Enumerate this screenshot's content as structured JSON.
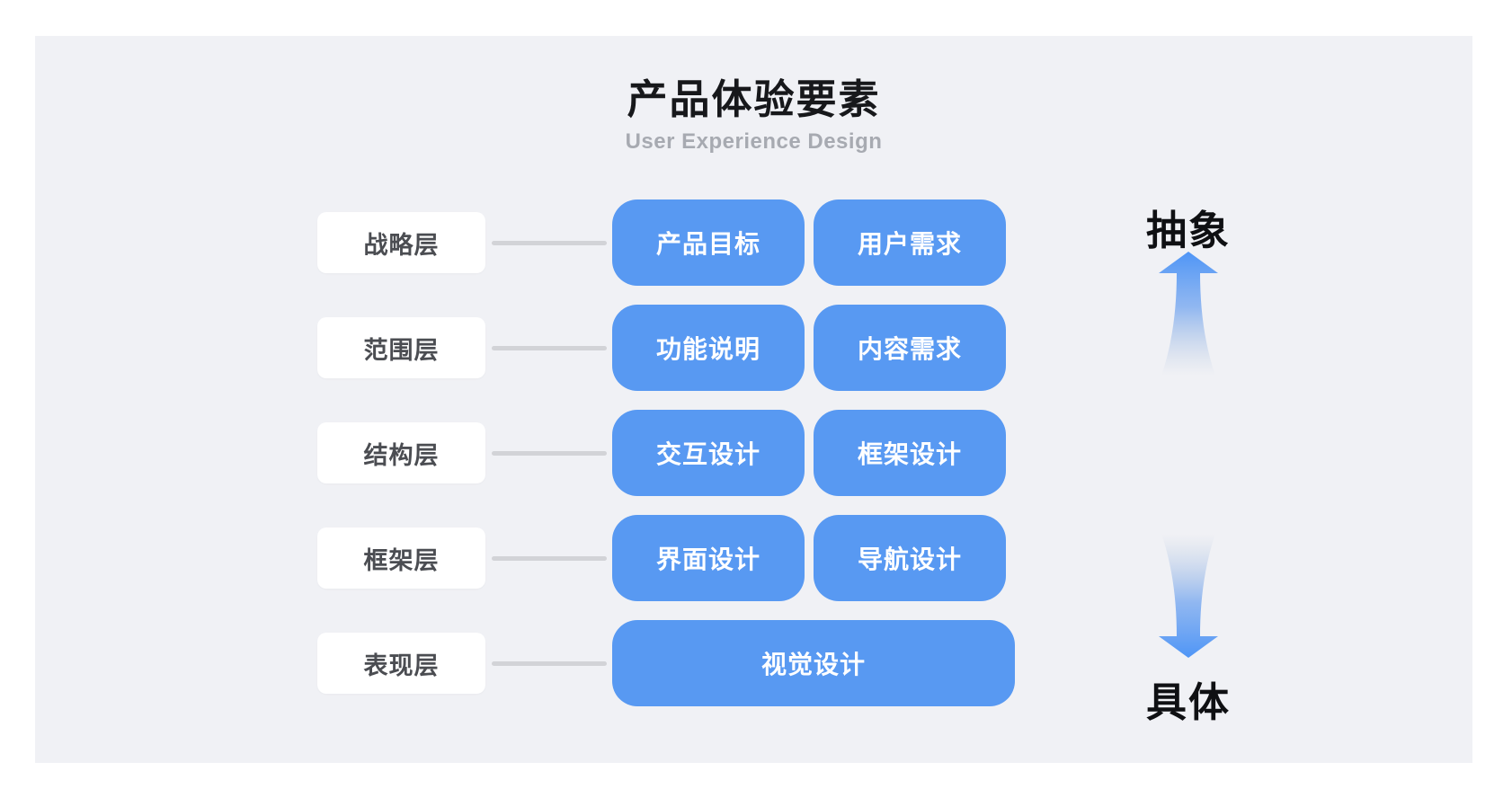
{
  "header": {
    "title": "产品体验要素",
    "subtitle": "User Experience Design"
  },
  "rows": [
    {
      "label": "战略层",
      "items": [
        "产品目标",
        "用户需求"
      ]
    },
    {
      "label": "范围层",
      "items": [
        "功能说明",
        "内容需求"
      ]
    },
    {
      "label": "结构层",
      "items": [
        "交互设计",
        "框架设计"
      ]
    },
    {
      "label": "框架层",
      "items": [
        "界面设计",
        "导航设计"
      ]
    },
    {
      "label": "表现层",
      "items": [
        "视觉设计"
      ]
    }
  ],
  "axis": {
    "top_label": "抽象",
    "bottom_label": "具体",
    "up_arrow_icon": "up-arrow",
    "down_arrow_icon": "down-arrow"
  },
  "colors": {
    "panel_background": "#F0F1F5",
    "card_blue": "#5899F2",
    "card_text": "#FFFFFF",
    "label_box_background": "#FFFFFF",
    "label_text": "#4B4D52",
    "connector_gray": "#D2D3D7",
    "title_black": "#17181B",
    "subtitle_gray": "#A7AAB1",
    "arrow_blue": "#4E95F6"
  }
}
